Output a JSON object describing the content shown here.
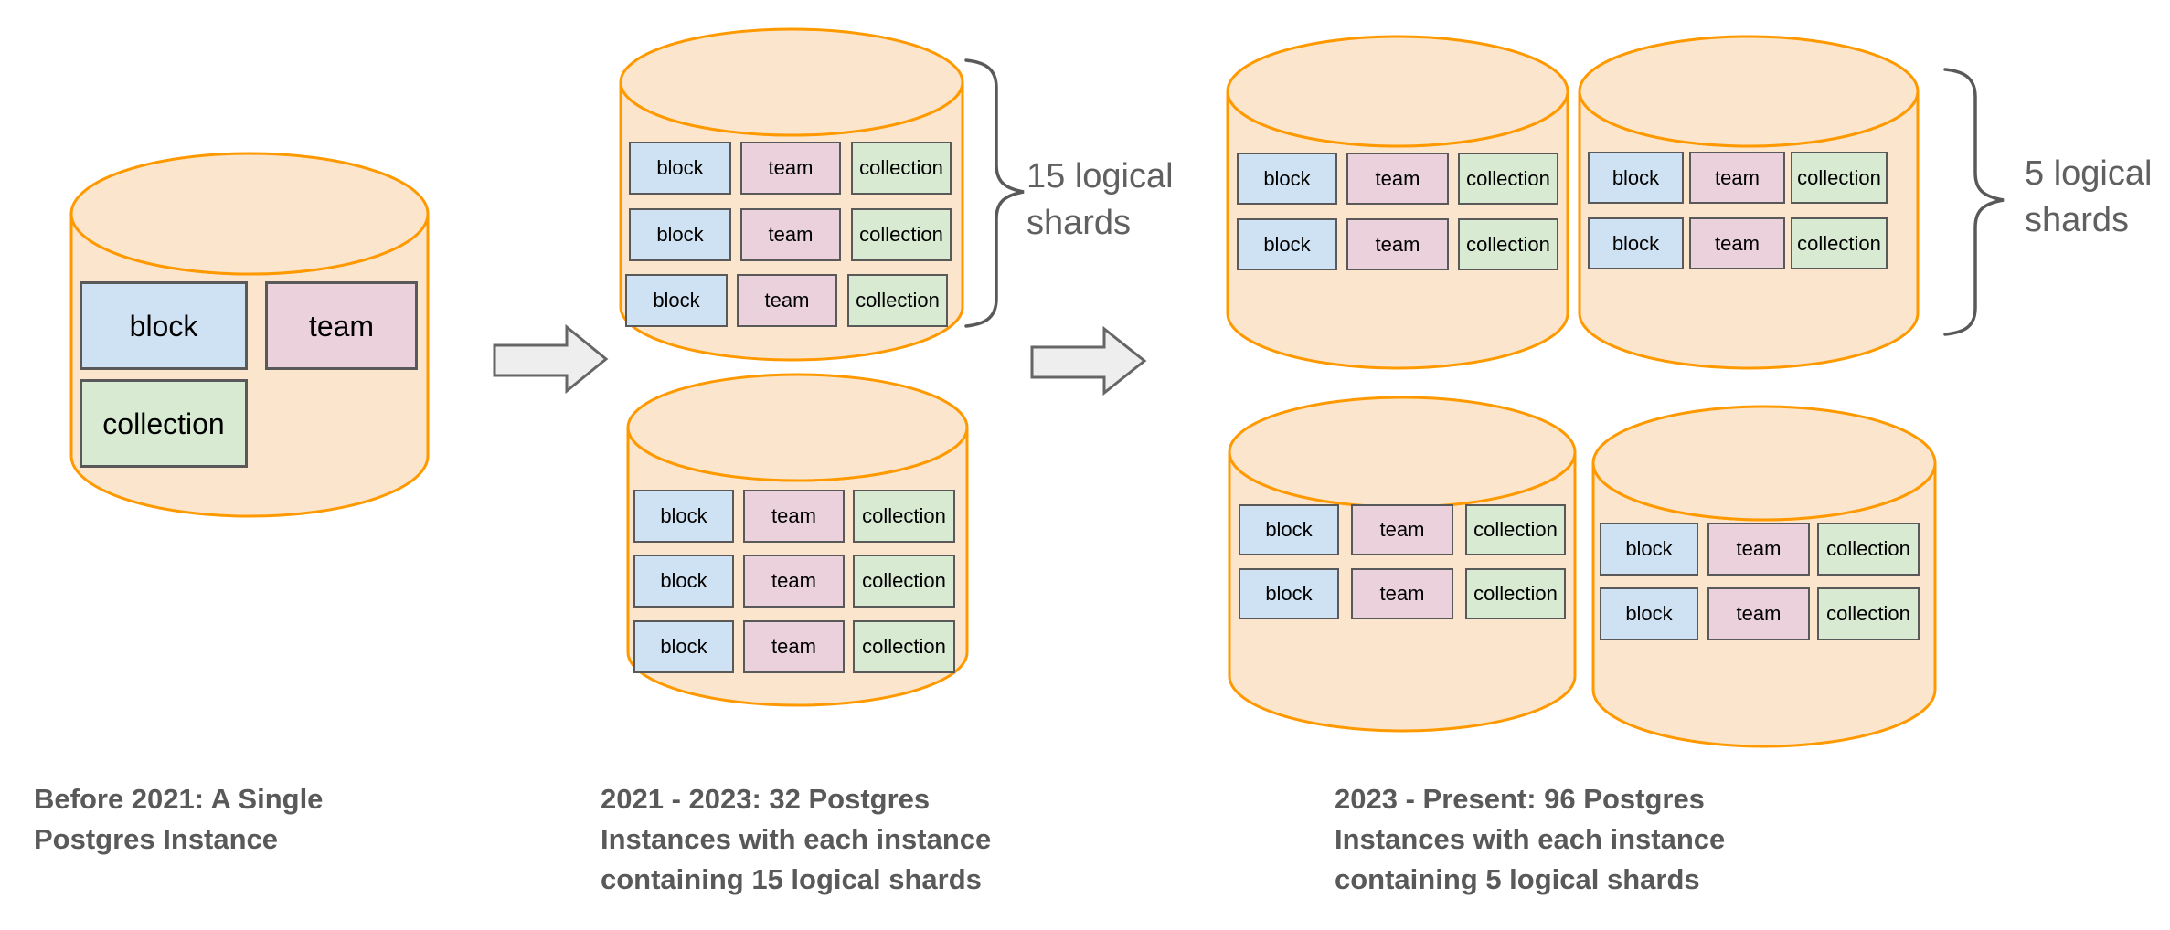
{
  "diagram": {
    "tables": {
      "block": "block",
      "team": "team",
      "collection": "collection"
    },
    "stages": [
      {
        "caption": "Before 2021: A Single\nPostgres Instance"
      },
      {
        "caption": "2021 - 2023: 32 Postgres\nInstances with each instance\ncontaining 15 logical shards",
        "annotation": "15 logical\nshards"
      },
      {
        "caption": "2023 - Present: 96 Postgres\nInstances with each instance\ncontaining 5 logical shards",
        "annotation": "5 logical\nshards"
      }
    ]
  },
  "colors": {
    "cylinder_fill": "#fce5cd",
    "cylinder_stroke": "#ff9900",
    "block_fill": "#cfe2f3",
    "team_fill": "#ead1dc",
    "collection_fill": "#d9ead3",
    "box_border": "#595959",
    "caption_text": "#595959",
    "annotation_text": "#606060",
    "arrow_fill": "#eeeeee",
    "arrow_stroke": "#666666",
    "brace_stroke": "#595959"
  }
}
